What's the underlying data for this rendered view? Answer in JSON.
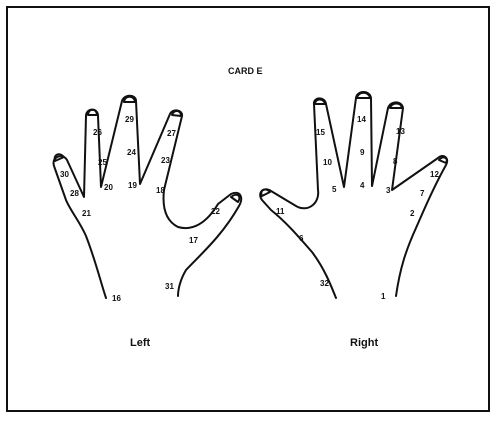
{
  "title": "CARD E",
  "left_hand": {
    "label": "Left",
    "numbers": [
      "30",
      "28",
      "21",
      "26",
      "25",
      "20",
      "29",
      "24",
      "19",
      "27",
      "23",
      "18",
      "22",
      "17",
      "31",
      "16"
    ]
  },
  "right_hand": {
    "label": "Right",
    "numbers": [
      "15",
      "10",
      "5",
      "14",
      "9",
      "4",
      "13",
      "8",
      "3",
      "12",
      "7",
      "2",
      "11",
      "6",
      "32",
      "1"
    ]
  }
}
